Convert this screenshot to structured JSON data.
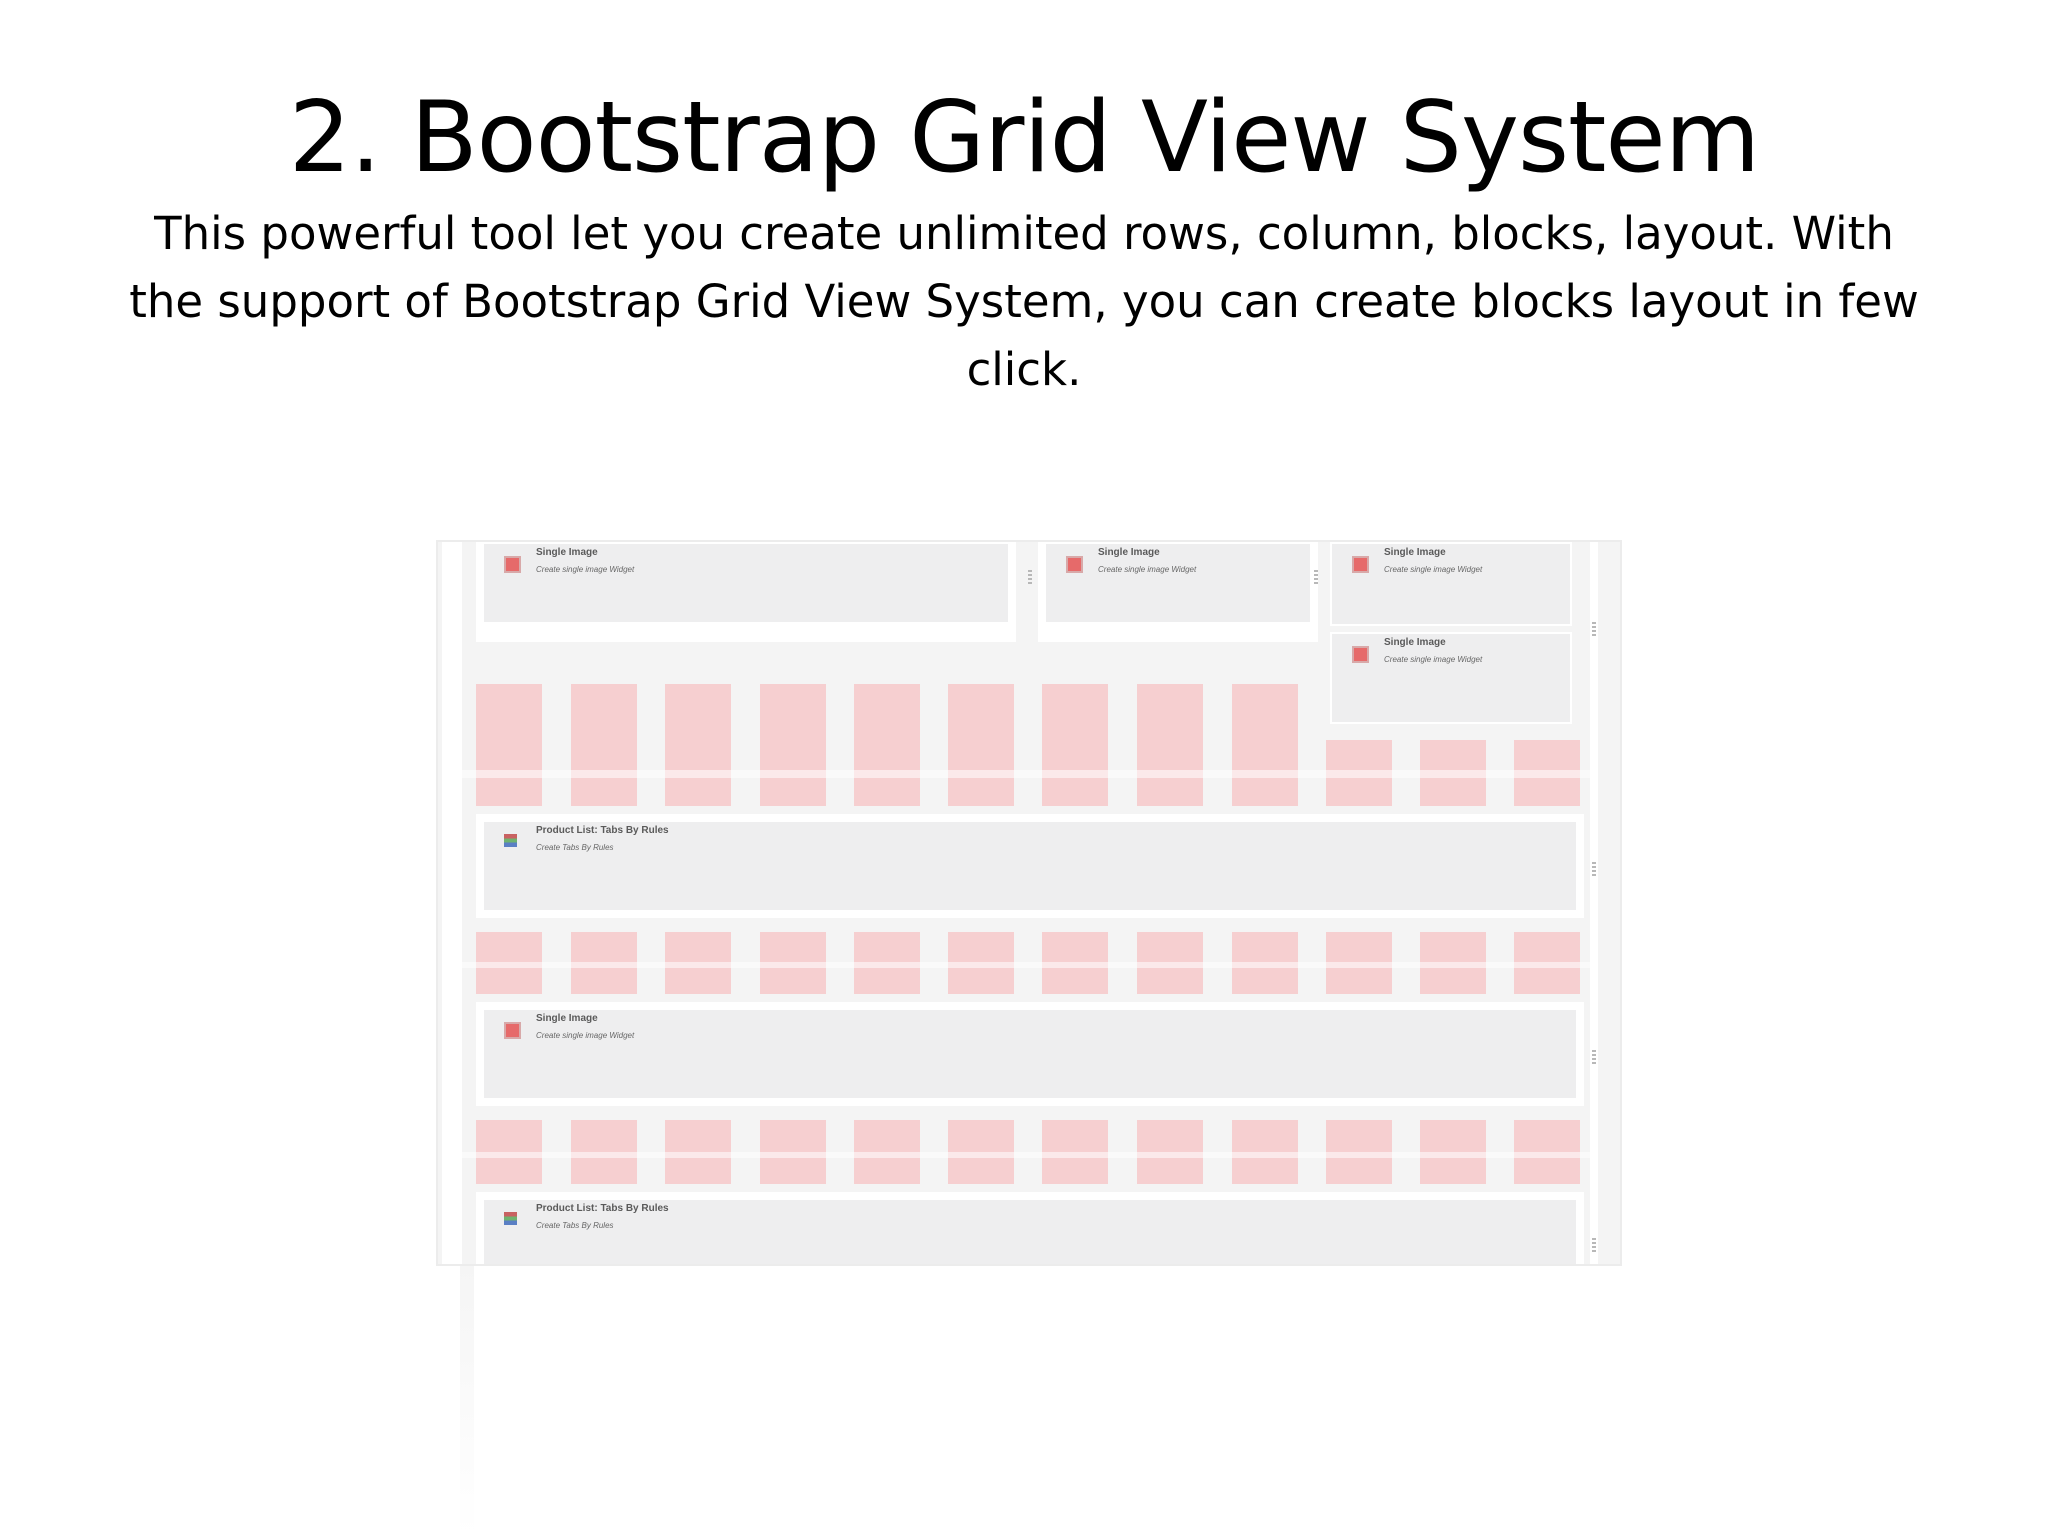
{
  "slide": {
    "title": "2. Bootstrap Grid View System",
    "subtitle": "This powerful tool let you create unlimited rows, column, blocks, layout. With the support of Bootstrap Grid View System, you can create blocks layout in few click."
  },
  "editor": {
    "widgets": {
      "single_image_1": {
        "title": "Single Image",
        "desc": "Create single image Widget"
      },
      "single_image_2": {
        "title": "Single Image",
        "desc": "Create single image Widget"
      },
      "single_image_3": {
        "title": "Single Image",
        "desc": "Create single image Widget"
      },
      "single_image_4": {
        "title": "Single Image",
        "desc": "Create single image Widget"
      },
      "product_list_1": {
        "title": "Product List: Tabs By Rules",
        "desc": "Create Tabs By Rules"
      },
      "single_image_5": {
        "title": "Single Image",
        "desc": "Create single image Widget"
      },
      "product_list_2": {
        "title": "Product List: Tabs By Rules",
        "desc": "Create Tabs By Rules"
      }
    },
    "colors": {
      "grid_cell": "#f6cfd0",
      "widget_bg": "#eeeeef",
      "canvas_bg": "#f4f4f4"
    }
  }
}
